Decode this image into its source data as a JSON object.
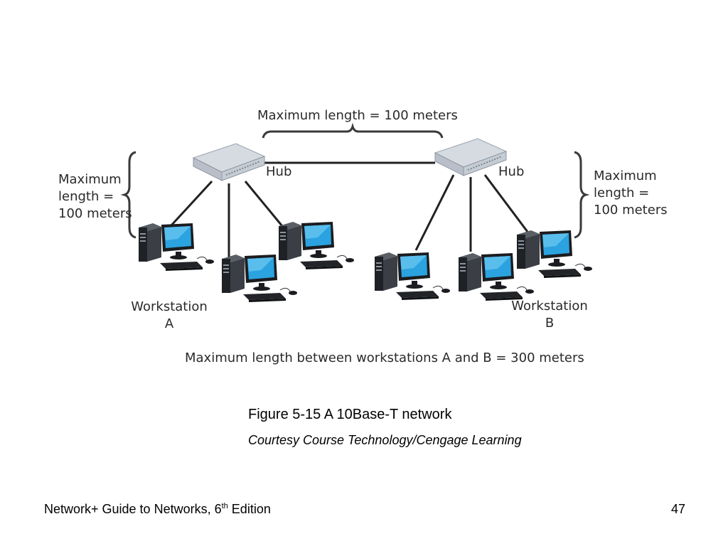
{
  "diagram": {
    "top_label": "Maximum length = 100 meters",
    "left_label": [
      "Maximum",
      "length =",
      "100 meters"
    ],
    "right_label": [
      "Maximum",
      "length =",
      "100 meters"
    ],
    "hub_left": "Hub",
    "hub_right": "Hub",
    "workstation_a": [
      "Workstation",
      "A"
    ],
    "workstation_b": [
      "Workstation",
      "B"
    ],
    "bottom_label": "Maximum length between workstations A and B = 300 meters"
  },
  "caption": "Figure 5-15 A 10Base-T network",
  "credit": "Courtesy Course Technology/Cengage Learning",
  "footer": {
    "text_before": "Network+ Guide to Networks, 6",
    "superscript": "th",
    "text_after": " Edition",
    "page_number": "47"
  }
}
